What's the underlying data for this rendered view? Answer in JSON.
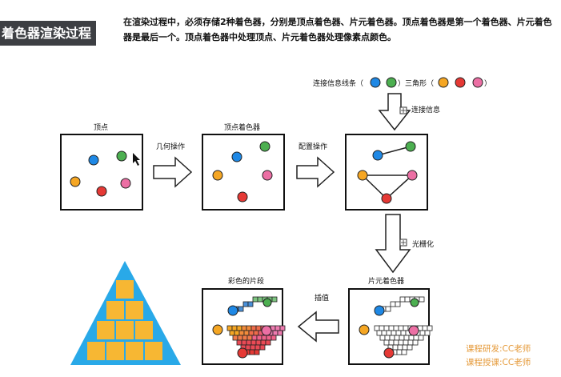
{
  "header": {
    "title": "着色器渲染过程",
    "description": "在渲染过程中，必须存储2种着色器，分别是顶点着色器、片元着色器。顶点着色器是第一个着色器、片元着色器是最后一个。顶点着色器中处理顶点、片元着色器处理像素点颜色。"
  },
  "diagram": {
    "legend_lines_label": "连接信息线条（",
    "legend_triangle_label": "）三角形（",
    "legend_end": "）",
    "connect_info_label": "连接信息",
    "stages": {
      "vertices": "顶点",
      "vertex_shader": "顶点着色器",
      "configured": "",
      "fragment_shader": "片元着色器",
      "colored_fragments": "彩色的片段"
    },
    "arrows": {
      "geometry_op": "几何操作",
      "config_op": "配置操作",
      "rasterize": "光栅化",
      "interpolate": "插值"
    }
  },
  "credits": {
    "research": "课程研发:CC老师",
    "teaching": "课程授课:CC老师"
  },
  "colors": {
    "blue": "#1e88e5",
    "green": "#4caf50",
    "orange": "#f5a623",
    "red": "#e53935",
    "pink": "#ec6fa4",
    "pyramid_blue": "#29a9e8",
    "pyramid_orange": "#f7b733"
  }
}
